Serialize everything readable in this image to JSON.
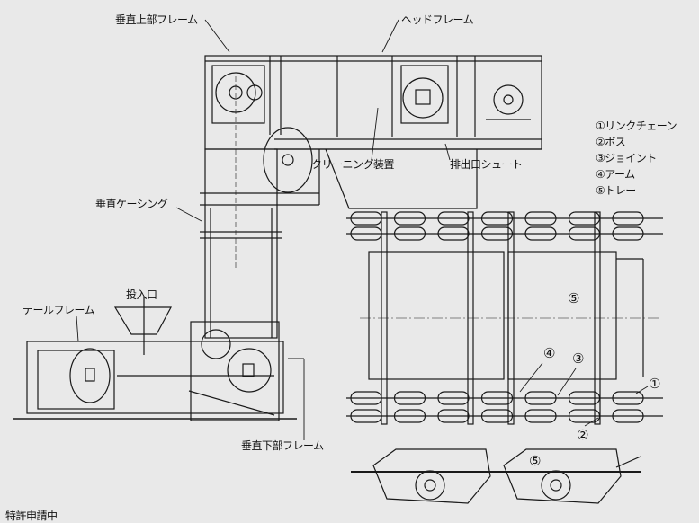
{
  "labels": {
    "upper_frame": "垂直上部フレーム",
    "head_frame": "ヘッドフレーム",
    "cleaning": "クリーニング装置",
    "discharge": "排出口シュート",
    "casing": "垂直ケーシング",
    "inlet": "投入口",
    "tail_frame": "テールフレーム",
    "lower_frame": "垂直下部フレーム",
    "patent": "特許申請中"
  },
  "legend": [
    "①リンクチェーン",
    "②ボス",
    "③ジョイント",
    "④アーム",
    "⑤トレー"
  ],
  "callouts": {
    "tray_top": "⑤",
    "arm": "④",
    "joint": "③",
    "chain": "①",
    "boss": "②",
    "tray_side": "⑤"
  }
}
